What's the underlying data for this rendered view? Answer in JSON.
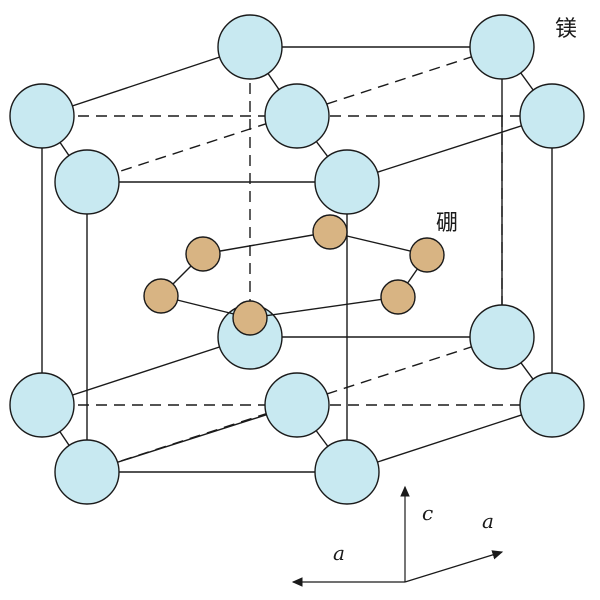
{
  "labels": {
    "magnesium": "镁",
    "boron": "硼",
    "axis_c": "c",
    "axis_a_left": "a",
    "axis_a_right": "a"
  },
  "colors": {
    "magnesium_fill": "#c8e9f1",
    "boron_fill": "#d8b483",
    "outline": "#1a1a1a"
  }
}
